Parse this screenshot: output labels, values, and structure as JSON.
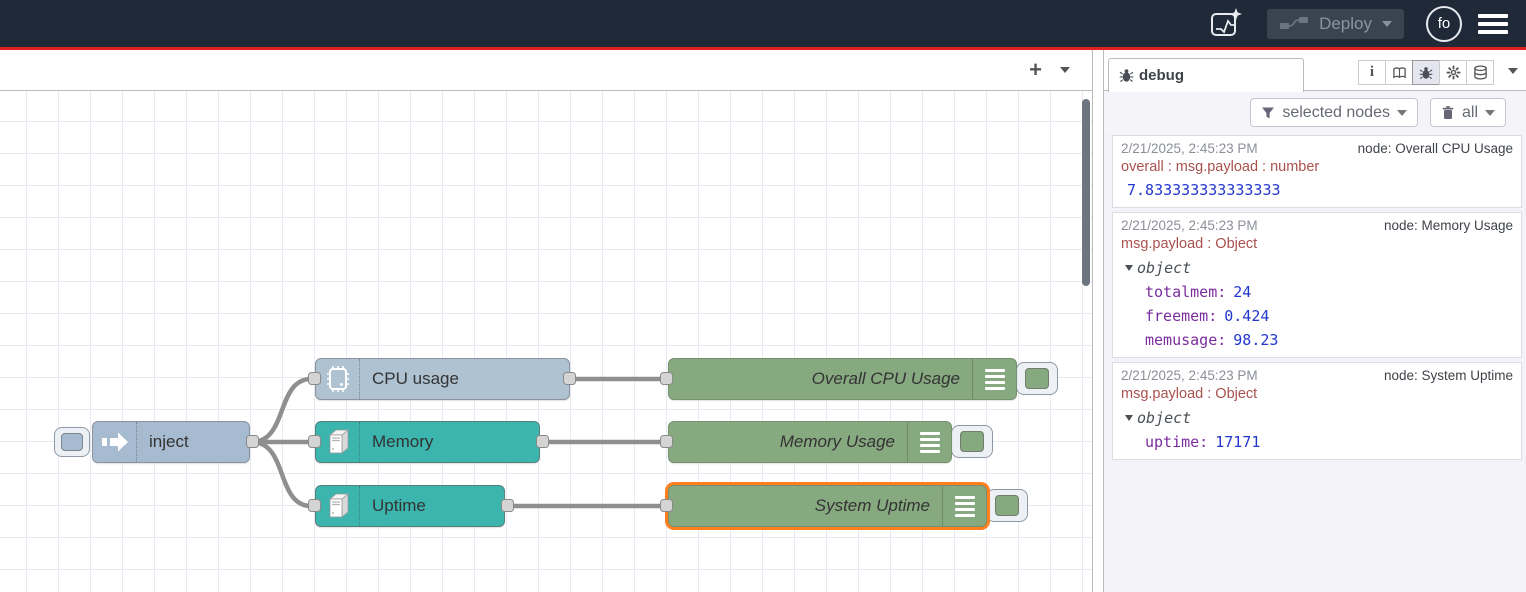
{
  "header": {
    "deploy_label": "Deploy",
    "avatar_label": "fo"
  },
  "canvas": {
    "add_flow_label": "+",
    "nodes": {
      "inject": {
        "label": "inject",
        "color": "#a6bbcf"
      },
      "cpu": {
        "label": "CPU usage",
        "color": "#aec2d1"
      },
      "memory": {
        "label": "Memory",
        "color": "#3bb5ad"
      },
      "uptime": {
        "label": "Uptime",
        "color": "#3bb5ad"
      },
      "debug_cpu": {
        "label": "Overall CPU Usage",
        "color": "#87a980"
      },
      "debug_mem": {
        "label": "Memory Usage",
        "color": "#87a980"
      },
      "debug_uptime": {
        "label": "System Uptime",
        "color": "#87a980",
        "selected": true
      }
    },
    "selection_color": "#ff7f1e",
    "wire_color": "#8f8f8f"
  },
  "sidebar": {
    "tab_label": "debug",
    "filter_label": "selected nodes",
    "clear_label": "all",
    "colors": {
      "timestamp": "#8b8f99",
      "property": "#a9514d",
      "number_value": "#2337cf",
      "object_key": "#7a2d9e"
    },
    "messages": [
      {
        "timestamp": "2/21/2025, 2:45:23 PM",
        "node": "node: Overall CPU Usage",
        "property": "overall : msg.payload : number",
        "value": "7.833333333333333"
      },
      {
        "timestamp": "2/21/2025, 2:45:23 PM",
        "node": "node: Memory Usage",
        "property": "msg.payload : Object",
        "object_label": "object",
        "fields": [
          {
            "key": "totalmem:",
            "value": "24"
          },
          {
            "key": "freemem:",
            "value": "0.424"
          },
          {
            "key": "memusage:",
            "value": "98.23"
          }
        ]
      },
      {
        "timestamp": "2/21/2025, 2:45:23 PM",
        "node": "node: System Uptime",
        "property": "msg.payload : Object",
        "object_label": "object",
        "fields": [
          {
            "key": "uptime:",
            "value": "17171"
          }
        ]
      }
    ]
  }
}
